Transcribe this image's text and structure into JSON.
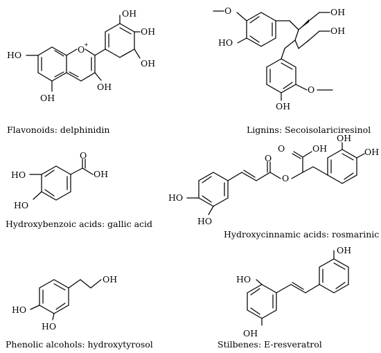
{
  "structures": [
    {
      "id": "delphinidin",
      "caption": "Flavonoids: delphinidin",
      "labels": [
        "OH",
        "OH",
        "OH",
        "O",
        "+",
        "HO",
        "OH",
        "OH"
      ]
    },
    {
      "id": "secoisolariciresinol",
      "caption": "Lignins: Secoisolariciresinol",
      "labels": [
        "O",
        "OH",
        "OH",
        "HO",
        "O",
        "OH"
      ]
    },
    {
      "id": "gallic-acid",
      "caption": "Hydroxybenzoic acids: gallic acid",
      "labels": [
        "O",
        "OH",
        "HO",
        "HO"
      ]
    },
    {
      "id": "rosmarinic-acid",
      "caption": "Hydroxycinnamic acids: rosmarinic acid",
      "labels": [
        "OH",
        "O",
        "OH",
        "O",
        "O",
        "OH",
        "HO",
        "HO"
      ]
    },
    {
      "id": "hydroxytyrosol",
      "caption": "Phenolic alcohols: hydroxytyrosol",
      "labels": [
        "OH",
        "HO",
        "HO"
      ]
    },
    {
      "id": "e-resveratrol",
      "caption": "Stilbenes: E-resveratrol",
      "labels": [
        "OH",
        "HO",
        "OH"
      ]
    }
  ]
}
